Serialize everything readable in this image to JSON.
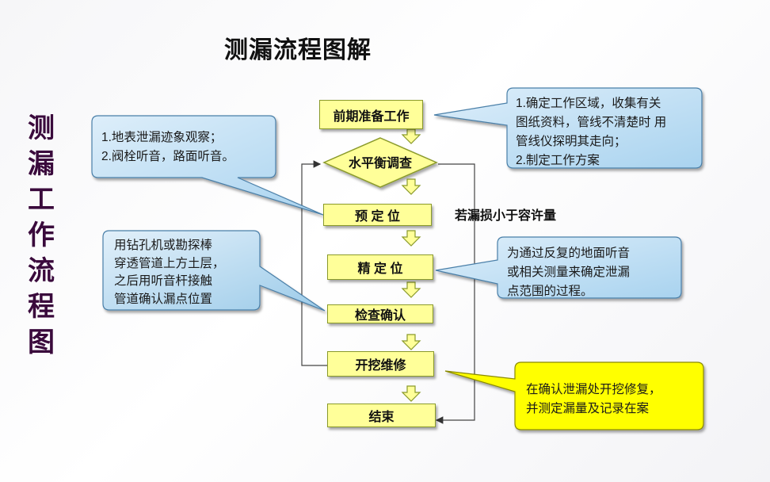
{
  "page_title": "测漏流程图解",
  "side_title": "测漏工作流程图",
  "flow": {
    "step1": "前期准备工作",
    "step2": "水平衡调查",
    "step3": "预 定 位",
    "step4": "精 定 位",
    "step5": "检查确认",
    "step6": "开挖维修",
    "step7": "结束",
    "loop_note": "若漏损小于容许量"
  },
  "callouts": {
    "prep": [
      "1.确定工作区域，收集有关",
      "图纸资料，管线不清楚时 用",
      "管线仪探明其走向；",
      "2.制定工作方案"
    ],
    "surface": [
      "1.地表泄漏迹象观察；",
      "2.阀栓听音，路面听音。"
    ],
    "drill": [
      "用钻孔机或勘探棒",
      "穿透管道上方土层，",
      "之后用听音杆接触",
      "管道确认漏点位置"
    ],
    "pinpoint": [
      "为通过反复的地面听音",
      "或相关测量来确定泄漏",
      "点范围的过程。"
    ],
    "repair": [
      "在确认泄漏处开挖修复，",
      "并测定漏量及记录在案"
    ]
  },
  "colors": {
    "box_fill": "#ffff99",
    "callout_blue": "#bfe0f5",
    "callout_yellow": "#ffff00",
    "side_title": "#3a0a3c"
  }
}
